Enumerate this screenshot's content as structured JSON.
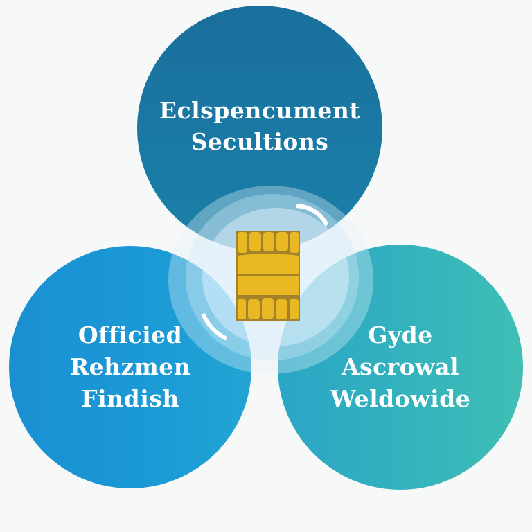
{
  "diagram": {
    "type": "venn-three-circles",
    "circles": [
      {
        "position": "top",
        "lines": [
          "Eclspencument",
          "Secultions"
        ],
        "color": "#1a76a2"
      },
      {
        "position": "bottom-left",
        "lines": [
          "Officied",
          "Rehzmen",
          "Findish"
        ],
        "color": "#1b97d5"
      },
      {
        "position": "bottom-right",
        "lines": [
          "Gyde",
          "Ascrowal",
          "Weldowide"
        ],
        "color": "#35b3bd"
      }
    ],
    "center": {
      "icon": "chip-icon",
      "chip_color": "#e8b923",
      "chip_outline": "#a5822a",
      "glow_color": "#e1f0fa"
    }
  }
}
